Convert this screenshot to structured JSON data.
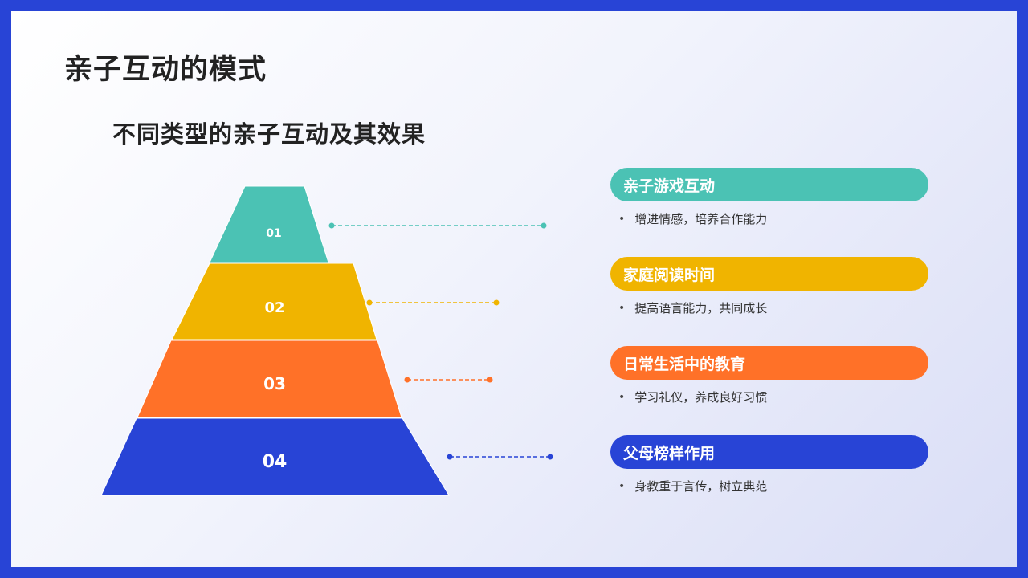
{
  "slide": {
    "title": "亲子互动的模式",
    "subtitle": "不同类型的亲子互动及其效果"
  },
  "tiers": [
    {
      "number": "01",
      "heading": "亲子游戏互动",
      "description": "增进情感，培养合作能力",
      "color": "#4bc2b4"
    },
    {
      "number": "02",
      "heading": "家庭阅读时间",
      "description": "提高语言能力，共同成长",
      "color": "#f0b400"
    },
    {
      "number": "03",
      "heading": "日常生活中的教育",
      "description": "学习礼仪，养成良好习惯",
      "color": "#ff7128"
    },
    {
      "number": "04",
      "heading": "父母榜样作用",
      "description": "身教重于言传，树立典范",
      "color": "#2844d6"
    }
  ],
  "frame_color": "#2844d6"
}
